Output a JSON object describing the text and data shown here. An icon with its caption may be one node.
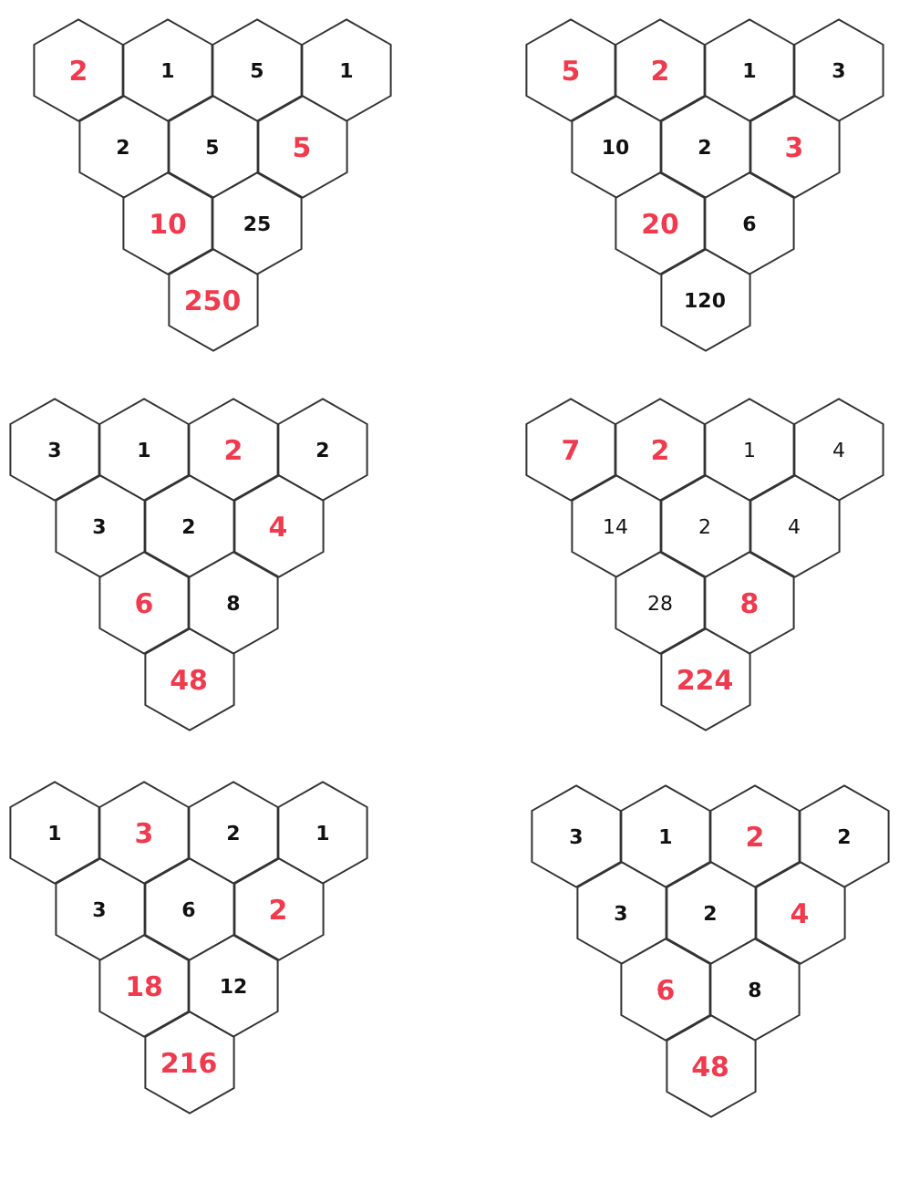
{
  "diagram": {
    "nodes": [
      {
        "text": [
          "2"
        ]
      },
      {
        "text": [
          "1"
        ]
      },
      {
        "text": [
          "5"
        ]
      },
      {
        "text": [
          "1"
        ]
      },
      {
        "text": [
          "2"
        ]
      },
      {
        "text": [
          "5"
        ]
      },
      {
        "text": [
          "5"
        ]
      },
      {
        "text": [
          "10"
        ]
      },
      {
        "text": [
          "25"
        ]
      },
      {
        "text": [
          "250"
        ]
      },
      {
        "text": [
          "5"
        ]
      },
      {
        "text": [
          "2"
        ]
      },
      {
        "text": [
          "1"
        ]
      },
      {
        "text": [
          "3"
        ]
      },
      {
        "text": [
          "10"
        ]
      },
      {
        "text": [
          "2"
        ]
      },
      {
        "text": [
          "3"
        ]
      },
      {
        "text": [
          "20"
        ]
      },
      {
        "text": [
          "6"
        ]
      },
      {
        "text": [
          "120"
        ]
      },
      {
        "text": [
          "3"
        ]
      },
      {
        "text": [
          "1"
        ]
      },
      {
        "text": [
          "2"
        ]
      },
      {
        "text": [
          "2"
        ]
      },
      {
        "text": [
          "3"
        ]
      },
      {
        "text": [
          "2"
        ]
      },
      {
        "text": [
          "4"
        ]
      },
      {
        "text": [
          "6"
        ]
      },
      {
        "text": [
          "8"
        ]
      },
      {
        "text": [
          "48"
        ]
      },
      {
        "text": [
          "7"
        ]
      },
      {
        "text": [
          "2"
        ]
      },
      {
        "text": [
          "1"
        ]
      },
      {
        "text": [
          "4"
        ]
      },
      {
        "text": [
          "14"
        ]
      },
      {
        "text": [
          "2"
        ]
      },
      {
        "text": [
          "4"
        ]
      },
      {
        "text": [
          "28"
        ]
      },
      {
        "text": [
          "8"
        ]
      },
      {
        "text": [
          "224"
        ]
      },
      {
        "text": [
          "1"
        ]
      },
      {
        "text": [
          "3"
        ]
      },
      {
        "text": [
          "2"
        ]
      },
      {
        "text": [
          "1"
        ]
      },
      {
        "text": [
          "3"
        ]
      },
      {
        "text": [
          "6"
        ]
      },
      {
        "text": [
          "2"
        ]
      },
      {
        "text": [
          "18"
        ]
      },
      {
        "text": [
          "12"
        ]
      },
      {
        "text": [
          "216"
        ]
      },
      {
        "text": [
          "3"
        ]
      },
      {
        "text": [
          "1"
        ]
      },
      {
        "text": [
          "2"
        ]
      },
      {
        "text": [
          "2"
        ]
      },
      {
        "text": [
          "3"
        ]
      },
      {
        "text": [
          "2"
        ]
      },
      {
        "text": [
          "4"
        ]
      },
      {
        "text": [
          "6"
        ]
      },
      {
        "text": [
          "8"
        ]
      },
      {
        "text": [
          "48"
        ]
      }
    ],
    "edges": []
  }
}
